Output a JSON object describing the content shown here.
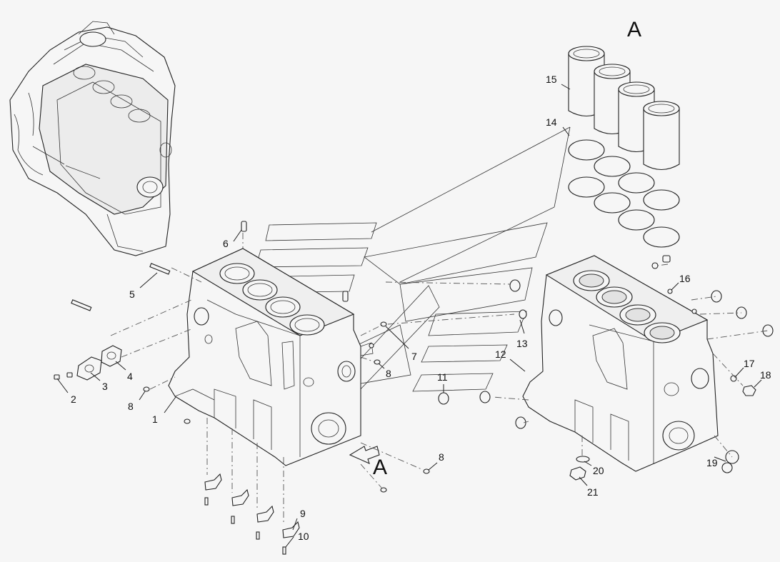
{
  "view_letters": {
    "detail_view": "A",
    "arrow_view": "A"
  },
  "callouts": [
    {
      "id": "c1",
      "text": "1"
    },
    {
      "id": "c2",
      "text": "2"
    },
    {
      "id": "c3",
      "text": "3"
    },
    {
      "id": "c4",
      "text": "4"
    },
    {
      "id": "c5",
      "text": "5"
    },
    {
      "id": "c6",
      "text": "6"
    },
    {
      "id": "c7",
      "text": "7"
    },
    {
      "id": "c8a",
      "text": "8"
    },
    {
      "id": "c8b",
      "text": "8"
    },
    {
      "id": "c8c",
      "text": "8"
    },
    {
      "id": "c9",
      "text": "9"
    },
    {
      "id": "c10",
      "text": "10"
    },
    {
      "id": "c11",
      "text": "11"
    },
    {
      "id": "c12",
      "text": "12"
    },
    {
      "id": "c13",
      "text": "13"
    },
    {
      "id": "c14",
      "text": "14"
    },
    {
      "id": "c15",
      "text": "15"
    },
    {
      "id": "c16",
      "text": "16"
    },
    {
      "id": "c17",
      "text": "17"
    },
    {
      "id": "c18",
      "text": "18"
    },
    {
      "id": "c19",
      "text": "19"
    },
    {
      "id": "c20",
      "text": "20"
    },
    {
      "id": "c21",
      "text": "21"
    }
  ]
}
